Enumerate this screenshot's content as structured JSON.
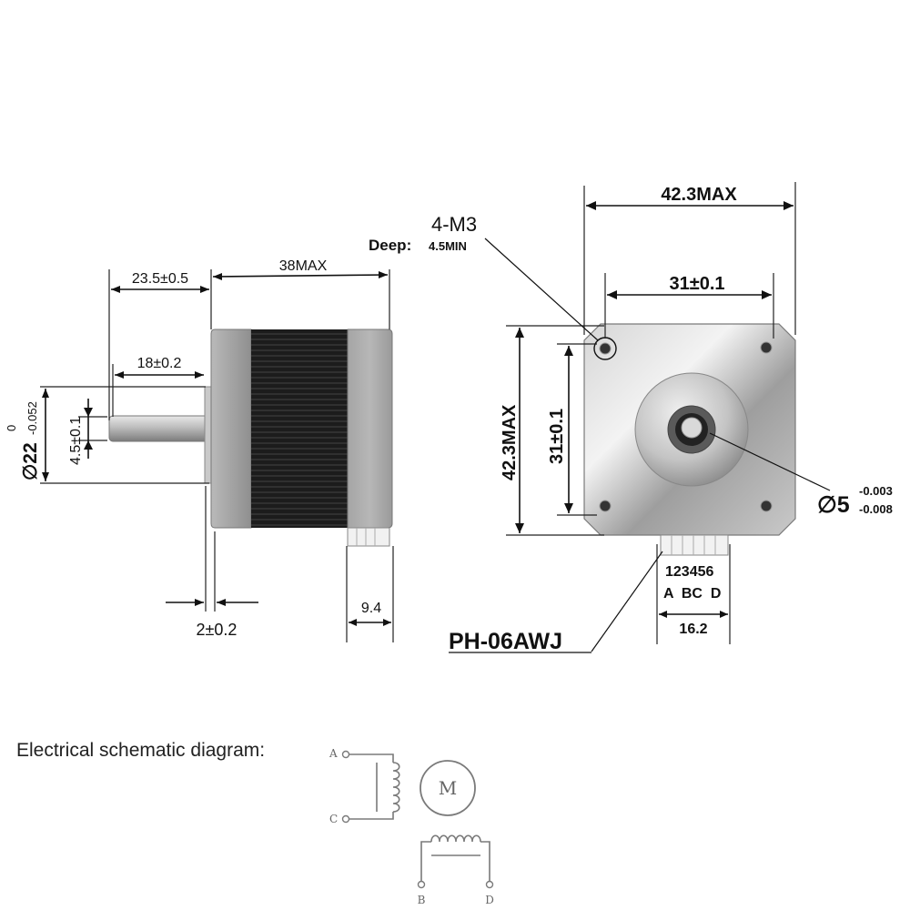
{
  "side_view": {
    "dim_shaft_length": "23.5±0.5",
    "dim_body_length": "38MAX",
    "dim_flat_length": "18±0.2",
    "dim_flat_depth": "4.5±0.1",
    "dim_boss_dia_symbol": "∅22",
    "dim_boss_tol_upper": "0",
    "dim_boss_tol_lower": "-0.052",
    "dim_boss_height": "2±0.2",
    "dim_connector_depth": "9.4"
  },
  "front_view": {
    "dim_width_max": "42.3MAX",
    "dim_hole_spacing_h": "31±0.1",
    "dim_height_max": "42.3MAX",
    "dim_hole_spacing_v": "31±0.1",
    "screw_spec": "4-M3",
    "screw_depth_label": "Deep:",
    "screw_depth_value": "4.5MIN",
    "shaft_dia_symbol": "∅5",
    "shaft_tol_upper": "-0.003",
    "shaft_tol_lower": "-0.008",
    "connector_pins": "123456",
    "connector_phases": "A  BC  D",
    "dim_connector_width": "16.2",
    "connector_model": "PH-06AWJ"
  },
  "schematic": {
    "caption": "Electrical schematic diagram:",
    "terminal_a": "A",
    "terminal_c": "C",
    "terminal_b": "B",
    "terminal_d": "D",
    "motor_label": "M"
  },
  "colors": {
    "metal_light": "#d8d8d8",
    "metal_dark": "#8e8e8e",
    "body_black": "#1e1e1e",
    "connector_white": "#f2f2f2"
  }
}
